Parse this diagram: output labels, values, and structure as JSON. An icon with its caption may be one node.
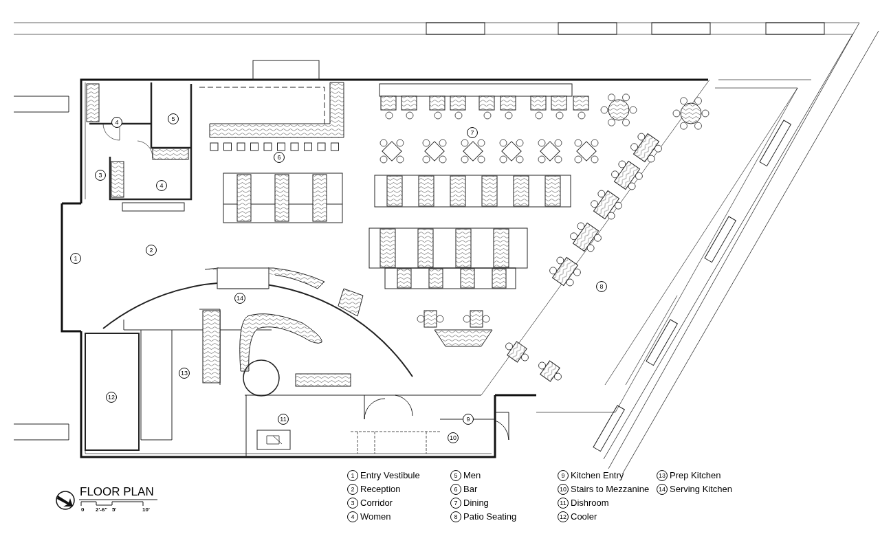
{
  "diagram": {
    "title": "FLOOR PLAN",
    "labels": [
      "4",
      "5",
      "6",
      "7",
      "3",
      "4",
      "2",
      "1",
      "14",
      "8",
      "13",
      "12",
      "11",
      "9",
      "10",
      "0",
      "2'-6\"",
      "5'",
      "10'",
      "1",
      "Entry Vestibule",
      "5",
      "Men",
      "9",
      "Kitchen Entry",
      "13",
      "Prep Kitchen",
      "2",
      "Reception",
      "6",
      "Bar",
      "10",
      "Stairs to Mezzanine",
      "14",
      "Serving Kitchen",
      "3",
      "Corridor",
      "7",
      "Dining",
      "11",
      "Dishroom",
      "4",
      "Women",
      "8",
      "Patio Seating",
      "12",
      "Cooler"
    ]
  }
}
